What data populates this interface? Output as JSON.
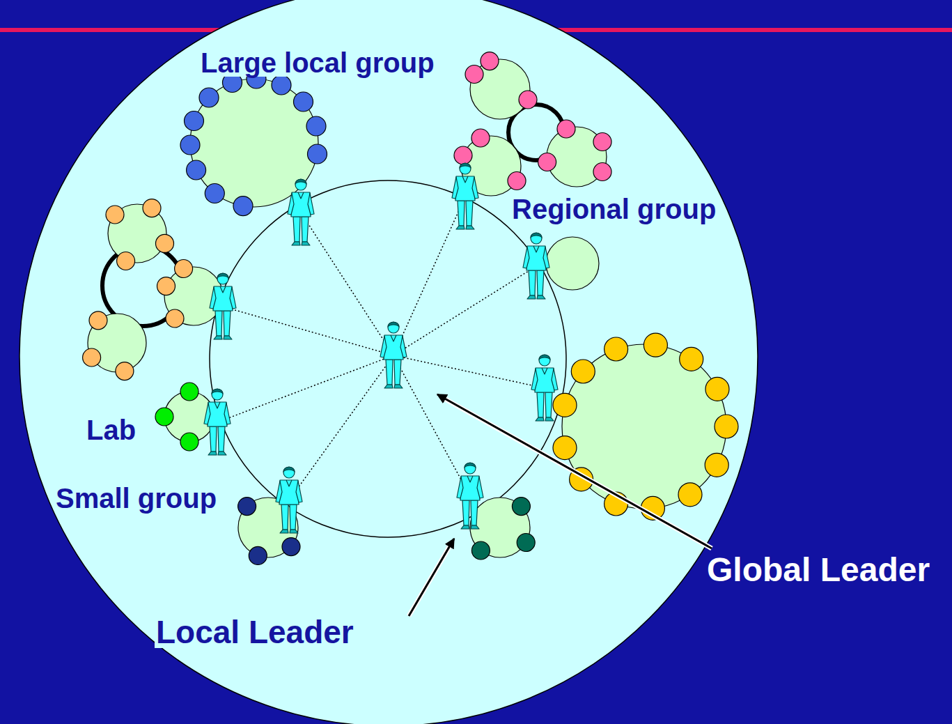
{
  "diagram": {
    "labels": [
      "Large local group",
      "Regional group",
      "Lab",
      "Small group",
      "Global Leader",
      "Local Leader"
    ]
  }
}
